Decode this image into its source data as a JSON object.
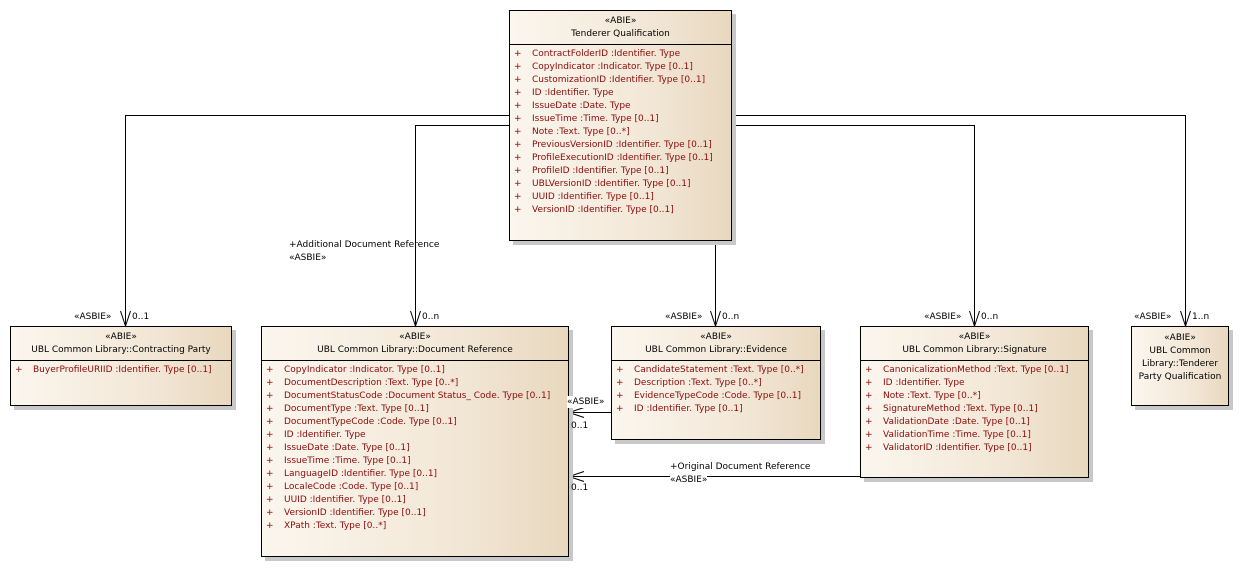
{
  "classes": {
    "tenderer_qualification": {
      "stereotype": "«ABIE»",
      "name": "Tenderer Qualification",
      "attributes": [
        {
          "vis": "+",
          "text": "ContractFolderID  :Identifier. Type"
        },
        {
          "vis": "+",
          "text": "CopyIndicator  :Indicator. Type [0..1]"
        },
        {
          "vis": "+",
          "text": "CustomizationID  :Identifier. Type [0..1]"
        },
        {
          "vis": "+",
          "text": "ID  :Identifier. Type"
        },
        {
          "vis": "+",
          "text": "IssueDate  :Date. Type"
        },
        {
          "vis": "+",
          "text": "IssueTime  :Time. Type [0..1]"
        },
        {
          "vis": "+",
          "text": "Note  :Text. Type [0..*]"
        },
        {
          "vis": "+",
          "text": "PreviousVersionID  :Identifier. Type [0..1]"
        },
        {
          "vis": "+",
          "text": "ProfileExecutionID  :Identifier. Type [0..1]"
        },
        {
          "vis": "+",
          "text": "ProfileID  :Identifier. Type [0..1]"
        },
        {
          "vis": "+",
          "text": "UBLVersionID  :Identifier. Type [0..1]"
        },
        {
          "vis": "+",
          "text": "UUID  :Identifier. Type [0..1]"
        },
        {
          "vis": "+",
          "text": "VersionID  :Identifier. Type [0..1]"
        }
      ]
    },
    "contracting_party": {
      "stereotype": "«ABIE»",
      "name": "UBL Common Library::Contracting Party",
      "attributes": [
        {
          "vis": "+",
          "text": "BuyerProfileURIID  :Identifier. Type [0..1]"
        }
      ]
    },
    "document_reference": {
      "stereotype": "«ABIE»",
      "name": "UBL Common Library::Document Reference",
      "attributes": [
        {
          "vis": "+",
          "text": "CopyIndicator  :Indicator. Type [0..1]"
        },
        {
          "vis": "+",
          "text": "DocumentDescription  :Text. Type [0..*]"
        },
        {
          "vis": "+",
          "text": "DocumentStatusCode  :Document Status_ Code. Type [0..1]"
        },
        {
          "vis": "+",
          "text": "DocumentType  :Text. Type [0..1]"
        },
        {
          "vis": "+",
          "text": "DocumentTypeCode  :Code. Type [0..1]"
        },
        {
          "vis": "+",
          "text": "ID  :Identifier. Type"
        },
        {
          "vis": "+",
          "text": "IssueDate  :Date. Type [0..1]"
        },
        {
          "vis": "+",
          "text": "IssueTime  :Time. Type [0..1]"
        },
        {
          "vis": "+",
          "text": "LanguageID  :Identifier. Type [0..1]"
        },
        {
          "vis": "+",
          "text": "LocaleCode  :Code. Type [0..1]"
        },
        {
          "vis": "+",
          "text": "UUID  :Identifier. Type [0..1]"
        },
        {
          "vis": "+",
          "text": "VersionID  :Identifier. Type [0..1]"
        },
        {
          "vis": "+",
          "text": "XPath  :Text. Type [0..*]"
        }
      ]
    },
    "evidence": {
      "stereotype": "«ABIE»",
      "name": "UBL Common Library::Evidence",
      "attributes": [
        {
          "vis": "+",
          "text": "CandidateStatement  :Text. Type [0..*]"
        },
        {
          "vis": "+",
          "text": "Description  :Text. Type [0..*]"
        },
        {
          "vis": "+",
          "text": "EvidenceTypeCode  :Code. Type [0..1]"
        },
        {
          "vis": "+",
          "text": "ID  :Identifier. Type [0..1]"
        }
      ]
    },
    "signature": {
      "stereotype": "«ABIE»",
      "name": "UBL Common Library::Signature",
      "attributes": [
        {
          "vis": "+",
          "text": "CanonicalizationMethod  :Text. Type [0..1]"
        },
        {
          "vis": "+",
          "text": "ID  :Identifier. Type"
        },
        {
          "vis": "+",
          "text": "Note  :Text. Type [0..*]"
        },
        {
          "vis": "+",
          "text": "SignatureMethod  :Text. Type [0..1]"
        },
        {
          "vis": "+",
          "text": "ValidationDate  :Date. Type [0..1]"
        },
        {
          "vis": "+",
          "text": "ValidationTime  :Time. Type [0..1]"
        },
        {
          "vis": "+",
          "text": "ValidatorID  :Identifier. Type [0..1]"
        }
      ]
    },
    "tenderer_party_qualification": {
      "stereotype": "«ABIE»",
      "name_lines": [
        "UBL Common",
        "Library::Tenderer",
        "Party Qualification"
      ],
      "attributes": []
    }
  },
  "connectors": {
    "to_contracting_party": {
      "stereotype": "«ASBIE»",
      "multiplicity": "0..1"
    },
    "to_document_reference": {
      "role": "+Additional Document Reference",
      "stereotype": "«ASBIE»",
      "multiplicity": "0..n"
    },
    "to_evidence": {
      "stereotype": "«ASBIE»",
      "multiplicity": "0..n"
    },
    "to_signature": {
      "stereotype": "«ASBIE»",
      "multiplicity": "0..n"
    },
    "to_tenderer_party_qualification": {
      "stereotype": "«ASBIE»",
      "multiplicity": "1..n"
    },
    "evidence_to_document_reference": {
      "stereotype": "«ASBIE»",
      "multiplicity": "0..1"
    },
    "signature_to_document_reference": {
      "role": "+Original Document Reference",
      "stereotype": "«ASBIE»",
      "multiplicity": "0..1"
    }
  }
}
